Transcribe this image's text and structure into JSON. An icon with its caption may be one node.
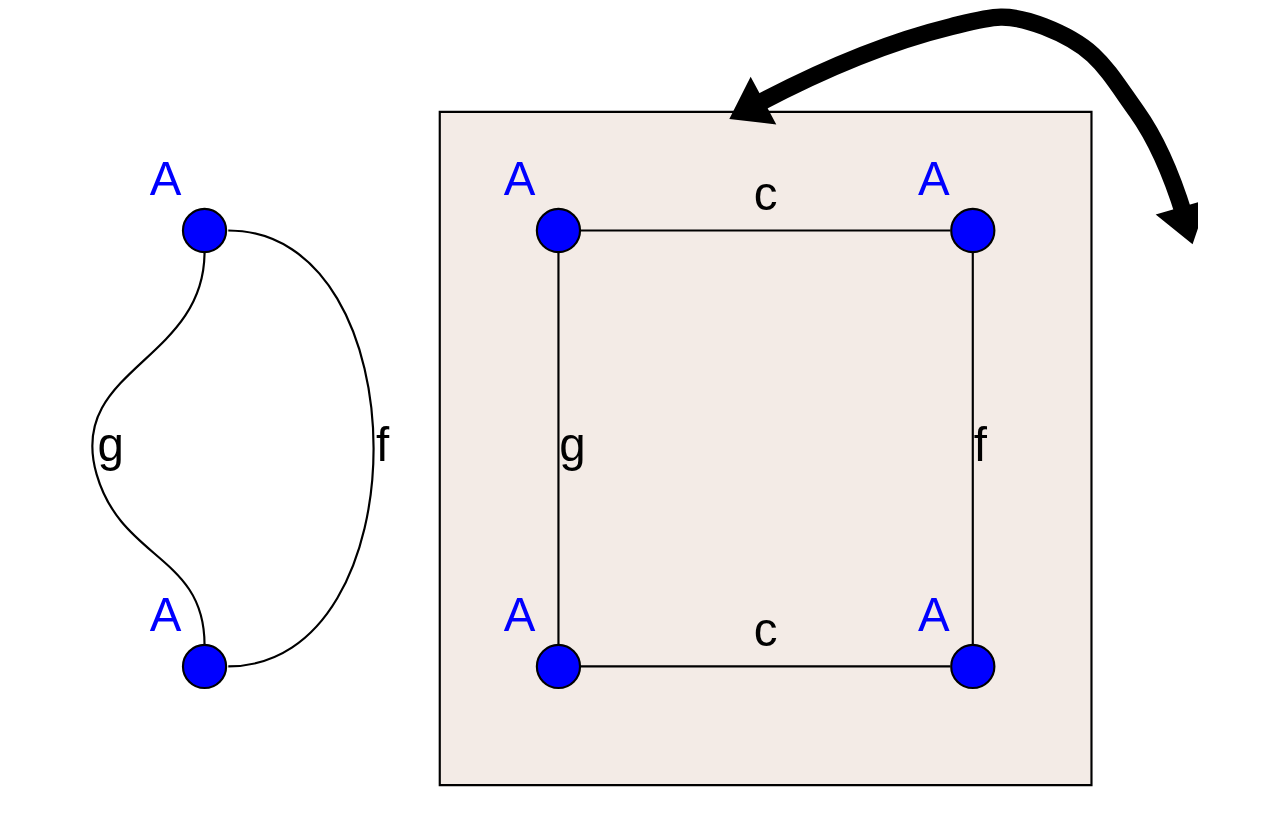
{
  "diagram": {
    "nodes": [
      {
        "text": [],
        "shape": "circle",
        "beside": [
          "A"
        ]
      },
      {
        "text": [],
        "shape": "circle",
        "beside": [
          "A"
        ]
      },
      {
        "text": [],
        "shape": "parallelogram"
      },
      {
        "text": [],
        "shape": "circle",
        "beside": [
          "A"
        ],
        "in": 2
      },
      {
        "text": [],
        "shape": "circle",
        "beside": [
          "A"
        ],
        "in": 2
      },
      {
        "text": [],
        "shape": "circle",
        "beside": [
          "A"
        ],
        "in": 2
      },
      {
        "text": [],
        "shape": "circle",
        "beside": [
          "A"
        ],
        "in": 2
      }
    ],
    "edges": [
      {
        "from": 0,
        "to": 1,
        "label": "g",
        "arrow": "none"
      },
      {
        "from": 0,
        "to": 1,
        "label": "f",
        "arrow": "none"
      },
      {
        "from": null,
        "to": 2,
        "arrow": "both",
        "style": "thick"
      },
      {
        "from": 3,
        "to": 4,
        "label": "c",
        "arrow": "none"
      },
      {
        "from": 3,
        "to": 5,
        "label": "g",
        "arrow": "none"
      },
      {
        "from": 4,
        "to": 6,
        "label": "f",
        "arrow": "none"
      },
      {
        "from": 5,
        "to": 6,
        "label": "c",
        "arrow": "none"
      }
    ]
  }
}
